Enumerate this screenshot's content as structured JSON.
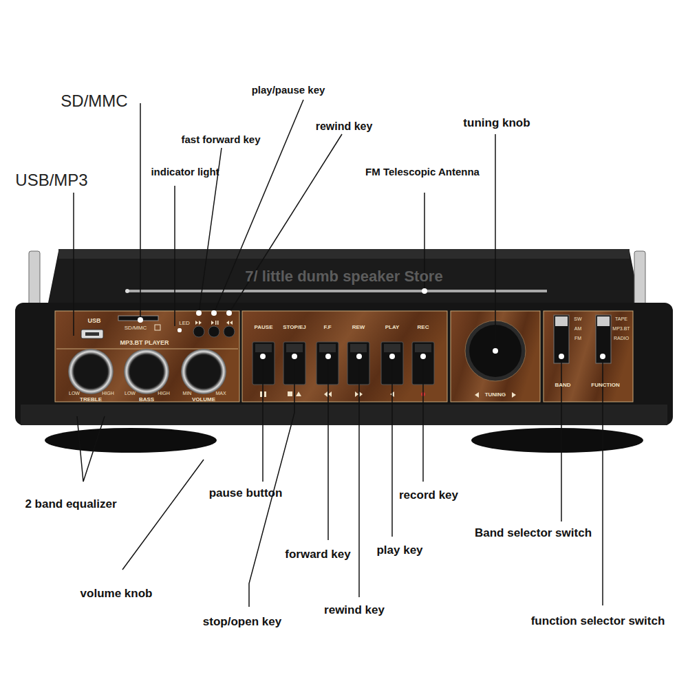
{
  "diagram": {
    "labels": [
      "SD/MMC",
      "USB/MP3",
      "play/pause key",
      "fast forward key",
      "indicator light",
      "rewind key",
      "tuning knob",
      "FM Telescopic Antenna",
      "7/ little dumb speaker Store",
      "USB",
      "SD/MMC",
      "LED",
      "MP3.BT PLAYER",
      "LOW",
      "HIGH",
      "TREBLE",
      "LOW",
      "HIGH",
      "BASS",
      "MIN",
      "MAX",
      "VOLUME",
      "PAUSE",
      "STOP/EJ",
      "F.F",
      "REW",
      "PLAY",
      "REC",
      "TUNING",
      "SW",
      "AM",
      "FM",
      "BAND",
      "TAPE",
      "MP3.BT",
      "RADIO",
      "FUNCTION",
      "2 band equalizer",
      "pause button",
      "record key",
      "Band selector switch",
      "volume knob",
      "forward key",
      "play key",
      "stop/open key",
      "rewind key",
      "function selector switch"
    ]
  }
}
